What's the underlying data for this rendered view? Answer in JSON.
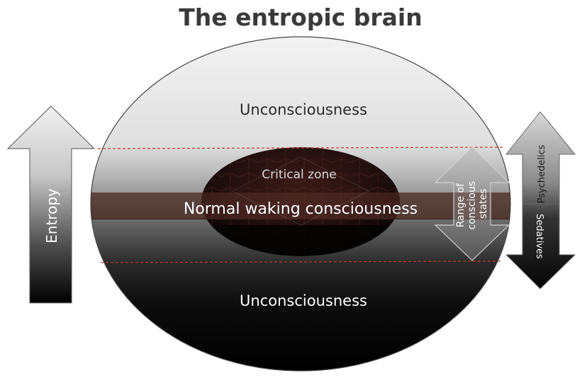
{
  "title": "The entropic brain",
  "zones": {
    "top_label": "Unconsciousness",
    "bottom_label": "Unconsciousness",
    "critical_label": "Critical zone",
    "normal_label": "Normal waking consciousness"
  },
  "arrows": {
    "entropy_label": "Entropy",
    "range_label_lines": [
      "Range of",
      "conscious",
      "states"
    ],
    "psychedelics_label": "Psychedelics",
    "sedatives_label": "Sedatives"
  },
  "colors": {
    "title": "#3a3a3a",
    "dashed_line": "#c0392b",
    "band": "#4a2a22",
    "critical_zone": "#2a1210"
  }
}
